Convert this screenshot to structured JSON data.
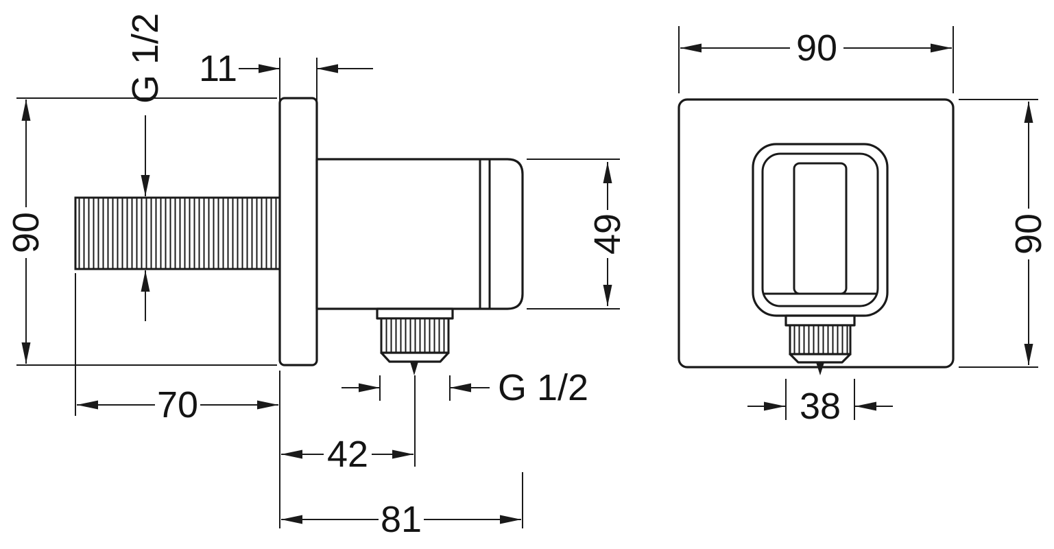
{
  "drawing": {
    "type": "technical-dimension-drawing",
    "colors": {
      "line": "#1a1a1a",
      "background": "#ffffff"
    },
    "side_view": {
      "flange_thickness": "11",
      "inlet_thread": "G 1/2",
      "height": "90",
      "inlet_length": "70",
      "outlet_thread": "G 1/2",
      "outlet_offset": "42",
      "total_depth": "81",
      "body_height": "49"
    },
    "front_view": {
      "width": "90",
      "height": "90",
      "outlet_width": "38"
    }
  }
}
